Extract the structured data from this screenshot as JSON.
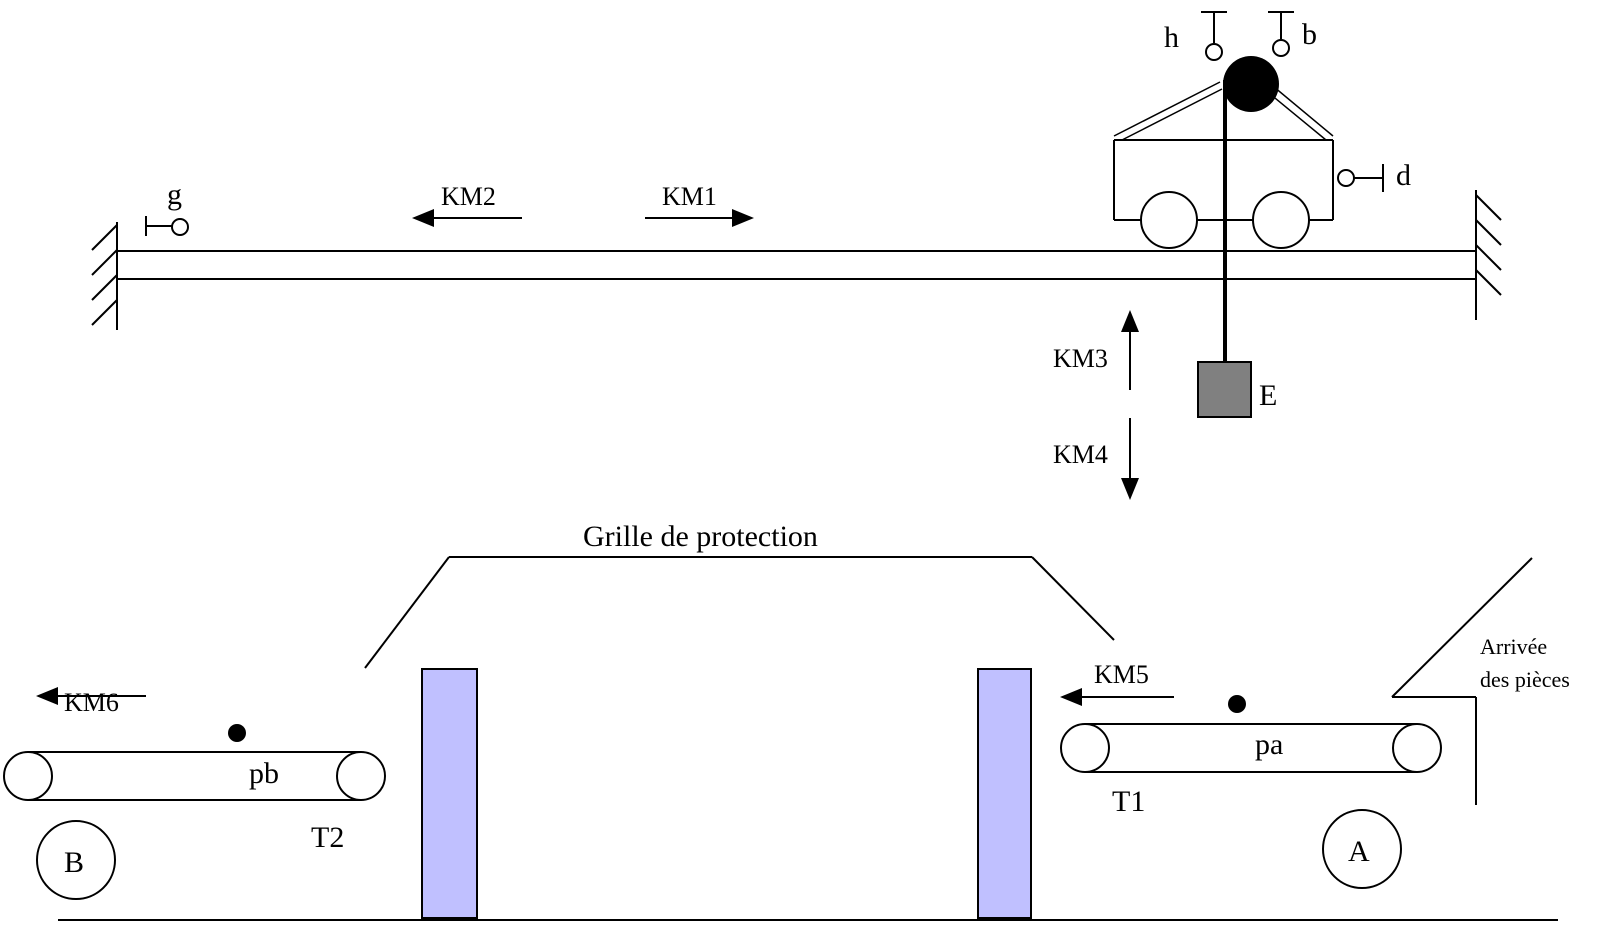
{
  "labels": {
    "g": "g",
    "h": "h",
    "b": "b",
    "d": "d",
    "km1": "KM1",
    "km2": "KM2",
    "km3": "KM3",
    "km4": "KM4",
    "km5": "KM5",
    "km6": "KM6",
    "e": "E",
    "grille": "Grille de protection",
    "arrivee_line1": "Arrivée",
    "arrivee_line2": "des pièces",
    "pa": "pa",
    "pb": "pb",
    "t1": "T1",
    "t2": "T2",
    "a": "A",
    "b_station": "B"
  },
  "colors": {
    "line": "#000000",
    "load": "#808080",
    "pillar": "#c0c0ff"
  }
}
